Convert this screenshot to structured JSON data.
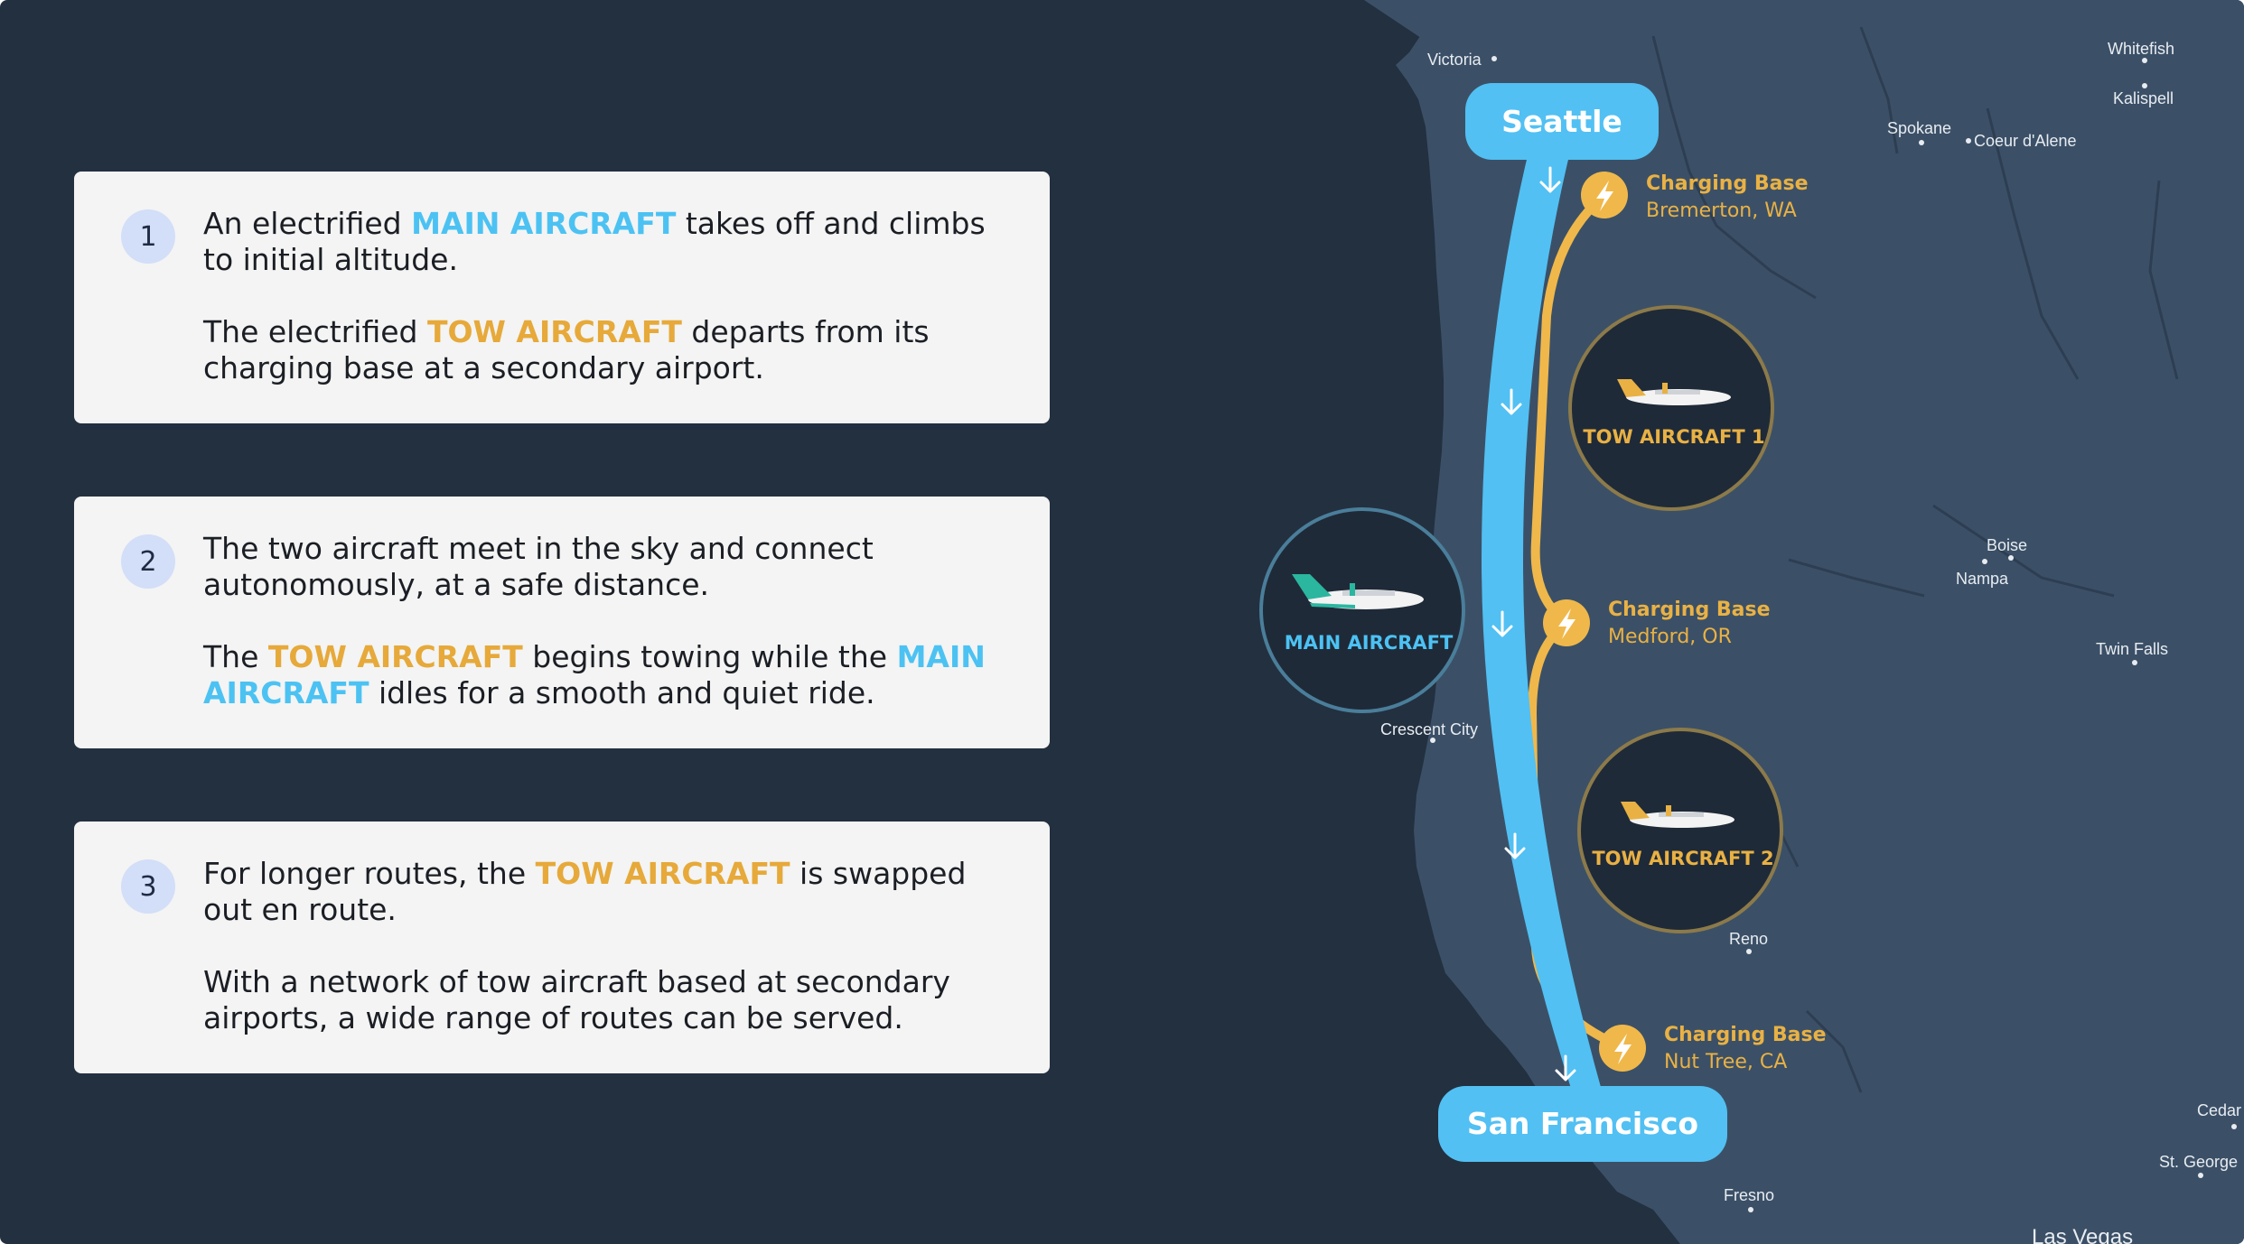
{
  "steps": [
    {
      "number": "1",
      "p1": {
        "before": "An electrified ",
        "highlight1": "MAIN AIRCRAFT",
        "after": " takes off and climbs to initial altitude."
      },
      "p2": {
        "before": "The electrified ",
        "highlight1": "TOW AIRCRAFT",
        "after": " departs from its charging base at a secondary airport."
      }
    },
    {
      "number": "2",
      "p1": {
        "text": "The two aircraft meet in the sky and connect autonomously, at a safe distance."
      },
      "p2": {
        "before": "The ",
        "highlight1": "TOW AIRCRAFT",
        "middle": " begins towing while the ",
        "highlight2": "MAIN AIRCRAFT",
        "after": " idles for a smooth and quiet ride."
      }
    },
    {
      "number": "3",
      "p1": {
        "before": "For longer routes, the ",
        "highlight1": "TOW AIRCRAFT",
        "after": " is swapped out en route."
      },
      "p2": {
        "text": "With a network of tow aircraft based at secondary airports, a wide range of routes can be served."
      }
    }
  ],
  "route": {
    "origin": "Seattle",
    "destination": "San Francisco"
  },
  "charging_bases": [
    {
      "title": "Charging Base",
      "location": "Bremerton, WA"
    },
    {
      "title": "Charging Base",
      "location": "Medford, OR"
    },
    {
      "title": "Charging Base",
      "location": "Nut Tree, CA"
    }
  ],
  "aircraft": {
    "main": "MAIN AIRCRAFT",
    "tow1": "TOW AIRCRAFT 1",
    "tow2": "TOW AIRCRAFT 2"
  },
  "cities": [
    "Victoria",
    "Whitefish",
    "Kalispell",
    "Spokane",
    "Coeur d'Alene",
    "Boise",
    "Nampa",
    "Twin Falls",
    "Crescent City",
    "Reno",
    "Cedar",
    "St. George",
    "Fresno",
    "Las Vegas"
  ],
  "colors": {
    "background": "#233040",
    "land": "#3b5067",
    "main_route": "#52c0f3",
    "tow_route": "#f0b84a",
    "card": "#f3f4f3",
    "badge": "#d3def8"
  },
  "icons": [
    "lightning-icon",
    "down-arrow-icon",
    "airplane-icon"
  ]
}
